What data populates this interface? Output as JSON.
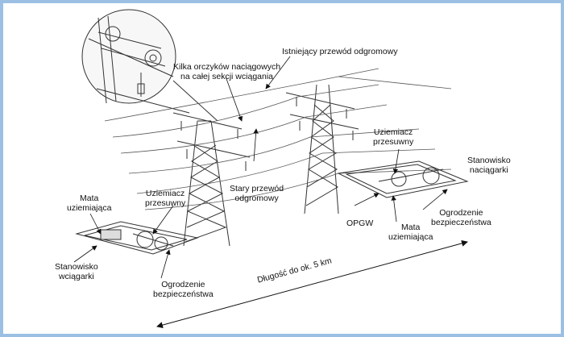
{
  "labels": {
    "pulleys": {
      "line1": "Kilka orczyków naciągowych",
      "line2": "na całej sekcji wciągania"
    },
    "existing_wire": "Istniejący przewód odgromowy",
    "old_wire": {
      "line1": "Stary przewód",
      "line2": "odgromowy"
    },
    "ground_right": {
      "line1": "Uziemiacz",
      "line2": "przesuwny"
    },
    "station_right": {
      "line1": "Stanowisko",
      "line2": "naciągarki"
    },
    "mat_left": {
      "line1": "Mata",
      "line2": "uziemiająca"
    },
    "ground_left": {
      "line1": "Uziemiacz",
      "line2": "przesuwny"
    },
    "opgw": "OPGW",
    "mat_right": {
      "line1": "Mata",
      "line2": "uziemiająca"
    },
    "fence_right": {
      "line1": "Ogrodzenie",
      "line2": "bezpieczeństwa"
    },
    "station_left": {
      "line1": "Stanowisko",
      "line2": "wciągarki"
    },
    "fence_left": {
      "line1": "Ogrodzenie",
      "line2": "bezpieczeństwa"
    },
    "length": "Długość do ok. 5 km"
  },
  "colors": {
    "frame": "#9cc0e3",
    "ink": "#222222"
  }
}
